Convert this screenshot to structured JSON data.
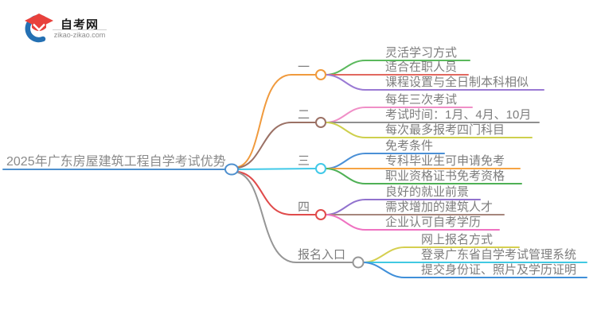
{
  "logo": {
    "title": "自考网",
    "domain": "zikao-zikao.com",
    "icon_colors": {
      "swoosh": "#2470b3",
      "cap": "#e8413c"
    }
  },
  "center": {
    "label": "2025年广东房屋建筑工程自学考试优势",
    "color": "#4f90ce"
  },
  "branches": [
    {
      "label": "一",
      "color": "#f09a3d",
      "children": [
        {
          "label": "灵活学习方式",
          "color": "#5bb95d"
        },
        {
          "label": "适合在职人员",
          "color": "#e2685f"
        },
        {
          "label": "课程设置与全日制本科相似",
          "color": "#9a7ad4"
        }
      ]
    },
    {
      "label": "二",
      "color": "#9b7165",
      "children": [
        {
          "label": "每年三次考试",
          "color": "#f08fc7"
        },
        {
          "label": "考试时间：1月、4月、10月",
          "color": "#8f8f8f"
        },
        {
          "label": "每次最多报考四门科目",
          "color": "#ced04d"
        }
      ]
    },
    {
      "label": "三",
      "color": "#41c9e8",
      "children": [
        {
          "label": "免考条件",
          "color": "#4b90d6"
        },
        {
          "label": "专科毕业生可申请免考",
          "color": "#f6a444"
        },
        {
          "label": "职业资格证书免考资格",
          "color": "#4fb055"
        }
      ]
    },
    {
      "label": "四",
      "color": "#e04b4b",
      "children": [
        {
          "label": "良好的就业前景",
          "color": "#9172ce"
        },
        {
          "label": "需求增加的建筑人才",
          "color": "#a6867c"
        },
        {
          "label": "企业认可自考学历",
          "color": "#ef72c1"
        }
      ]
    },
    {
      "label": "报名入口",
      "color": "#969696",
      "children": [
        {
          "label": "网上报名方式",
          "color": "#d5cf50"
        },
        {
          "label": "登录广东省自学考试管理系统",
          "color": "#41c9e2"
        },
        {
          "label": "提交身份证、照片及学历证明",
          "color": "#3f8fd9"
        }
      ]
    }
  ]
}
